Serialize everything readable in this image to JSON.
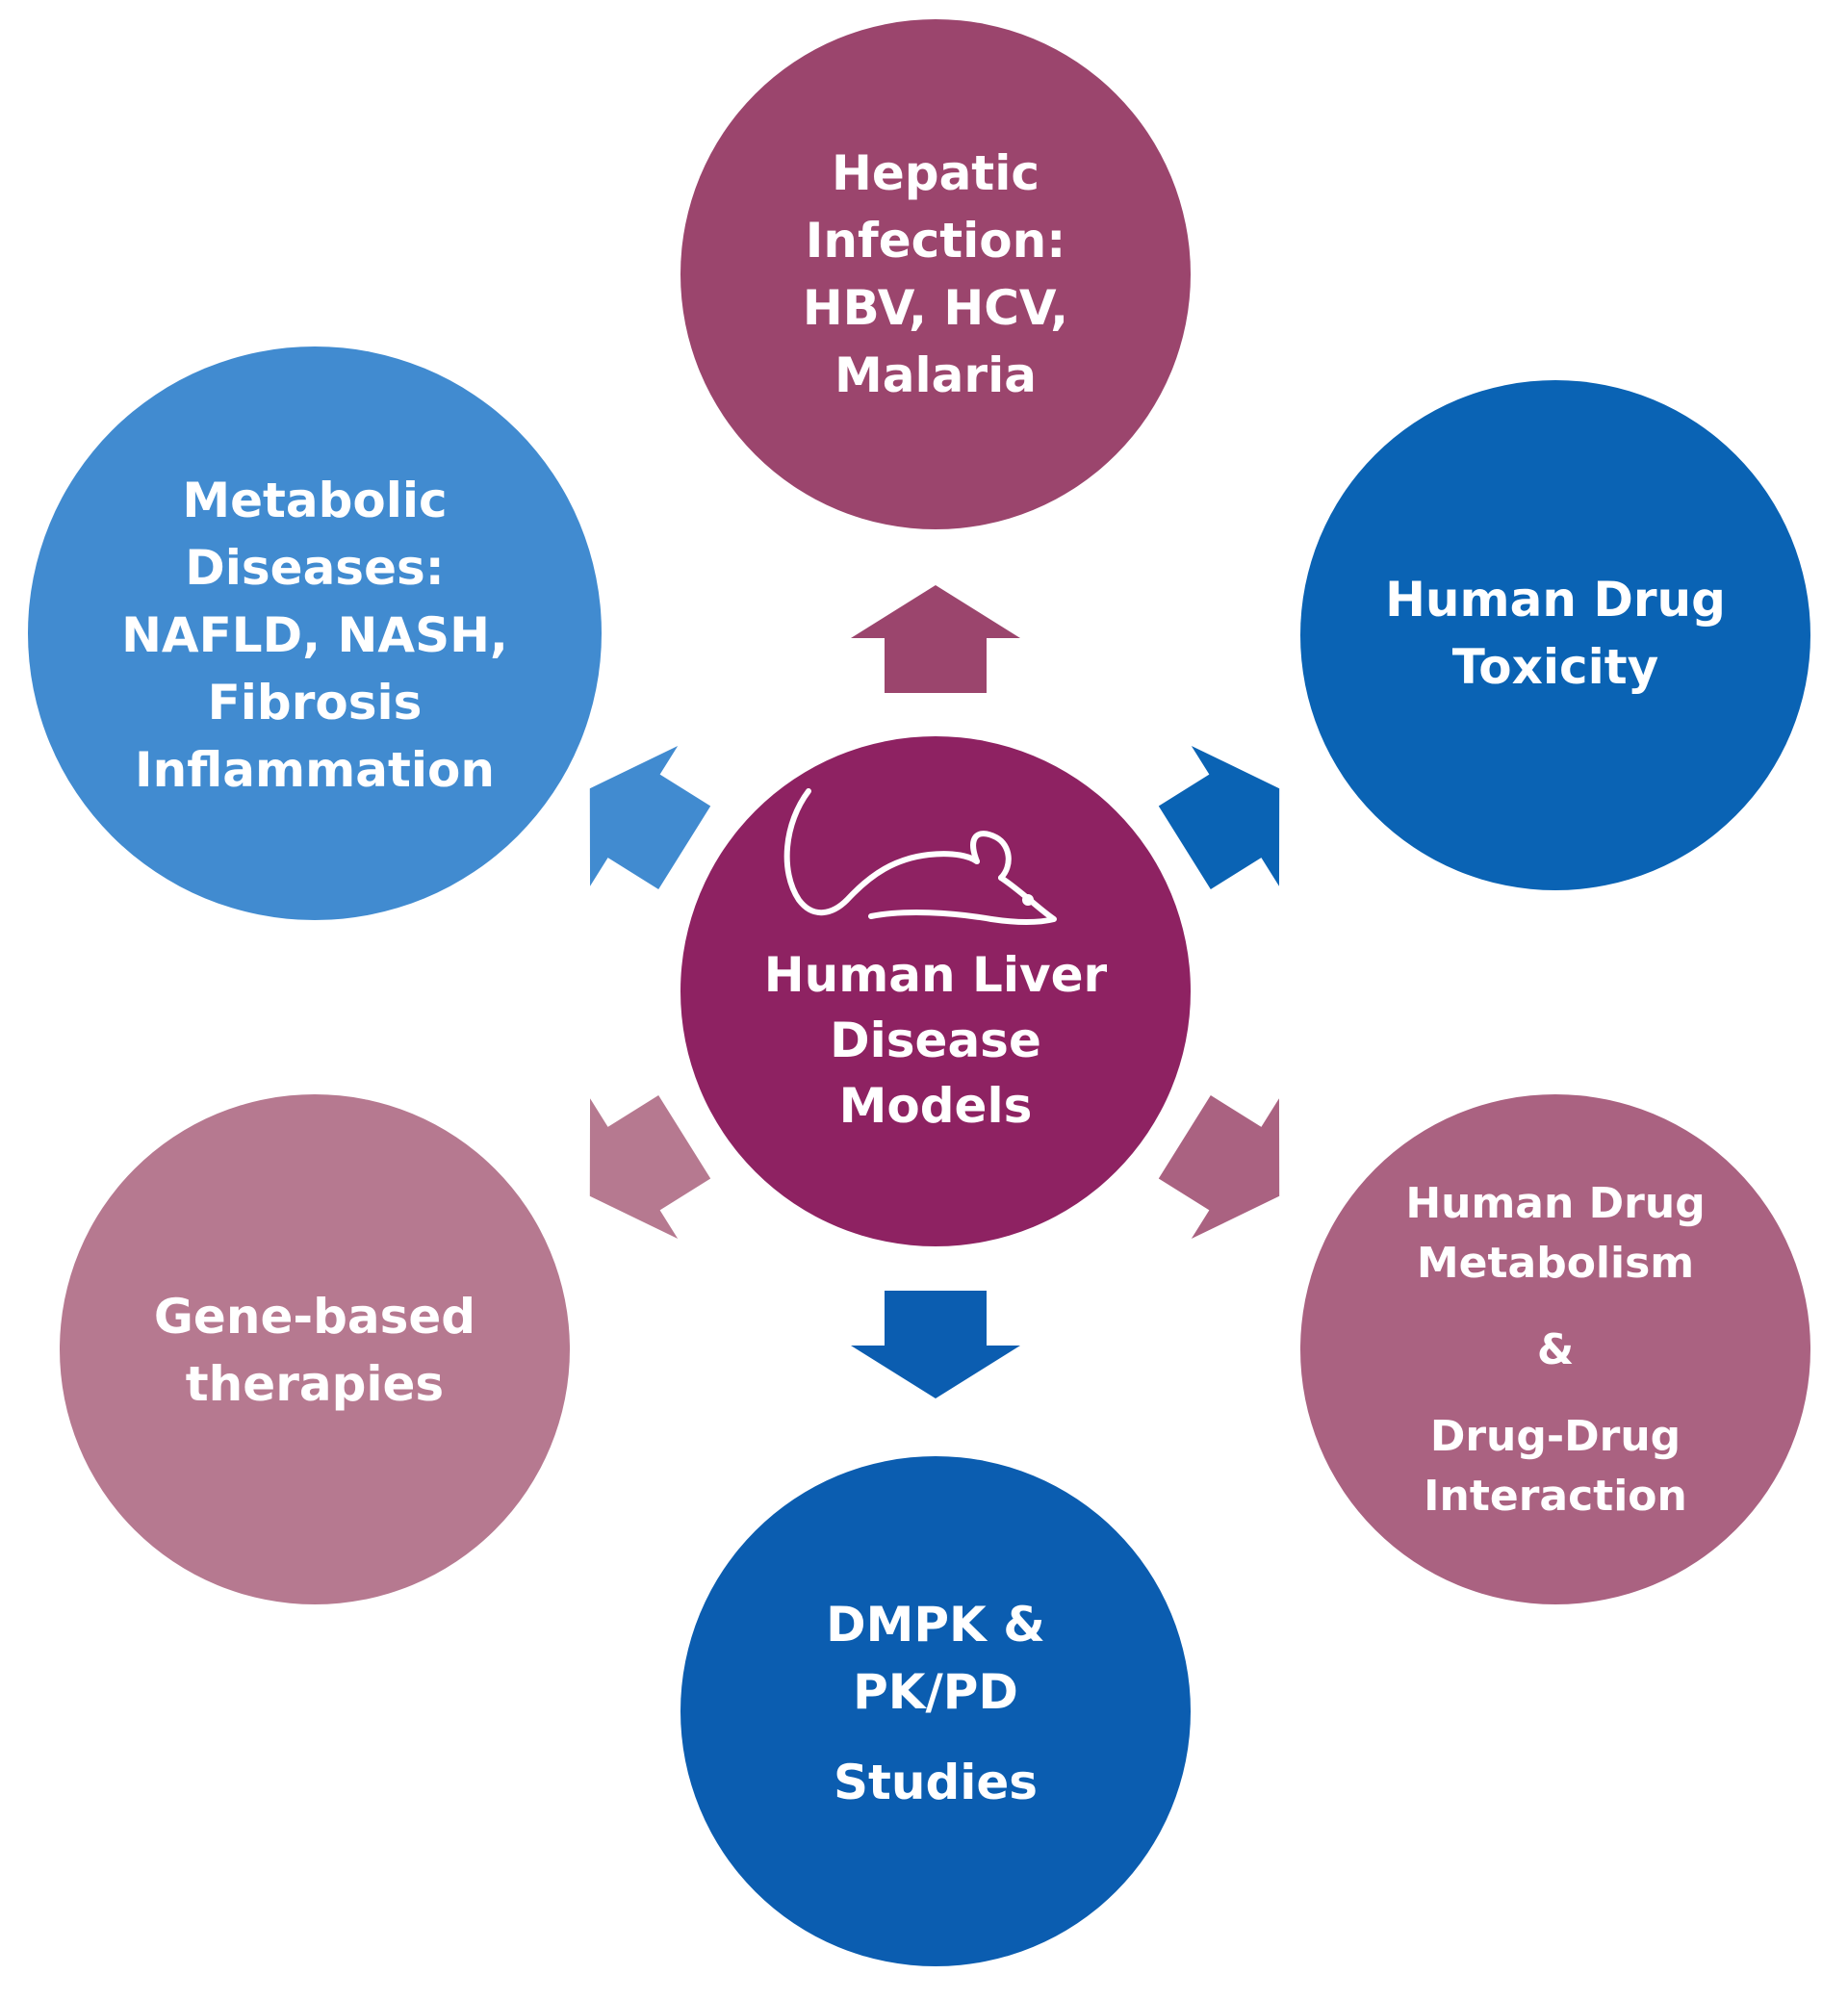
{
  "colors": {
    "background": "#ffffff",
    "center": "#8e2262",
    "hepatic": "#9b456d",
    "metabolic": "#418bd0",
    "toxicity": "#0a63b4",
    "drug_metabolism": "#aa6281",
    "dmpk": "#0b5db0",
    "gene": "#b67990",
    "text": "#ffffff",
    "mouse_outline": "#ffffff"
  },
  "center": {
    "icon": "mouse-icon",
    "lines": [
      "Human Liver",
      "Disease",
      "Models"
    ]
  },
  "nodes": {
    "hepatic": {
      "lines": [
        "Hepatic",
        "Infection:",
        "HBV, HCV,",
        "Malaria"
      ]
    },
    "metabolic": {
      "lines": [
        "Metabolic",
        "Diseases:",
        "NAFLD, NASH,",
        "Fibrosis",
        "Inflammation"
      ]
    },
    "toxicity": {
      "lines": [
        "Human Drug",
        "Toxicity"
      ]
    },
    "drug_metabolism": {
      "lines": [
        "Human Drug",
        "Metabolism",
        "&",
        "Drug-Drug",
        "Interaction"
      ]
    },
    "dmpk": {
      "lines": [
        "DMPK &",
        "PK/PD",
        "Studies"
      ]
    },
    "gene": {
      "lines": [
        "Gene-based",
        "therapies"
      ]
    }
  },
  "arrows": {
    "up": {
      "icon": "arrow-up-icon"
    },
    "upper_left": {
      "icon": "arrow-upper-left-icon"
    },
    "upper_right": {
      "icon": "arrow-upper-right-icon"
    },
    "lower_left": {
      "icon": "arrow-lower-left-icon"
    },
    "lower_right": {
      "icon": "arrow-lower-right-icon"
    },
    "down": {
      "icon": "arrow-down-icon"
    }
  }
}
